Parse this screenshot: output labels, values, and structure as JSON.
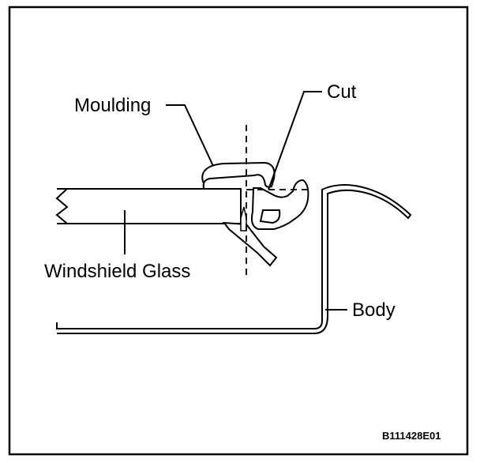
{
  "labels": {
    "moulding": "Moulding",
    "cut": "Cut",
    "windshield_glass": "Windshield Glass",
    "body": "Body"
  },
  "figure_code": "B111428E01",
  "colors": {
    "line": "#000000",
    "background": "#ffffff"
  }
}
